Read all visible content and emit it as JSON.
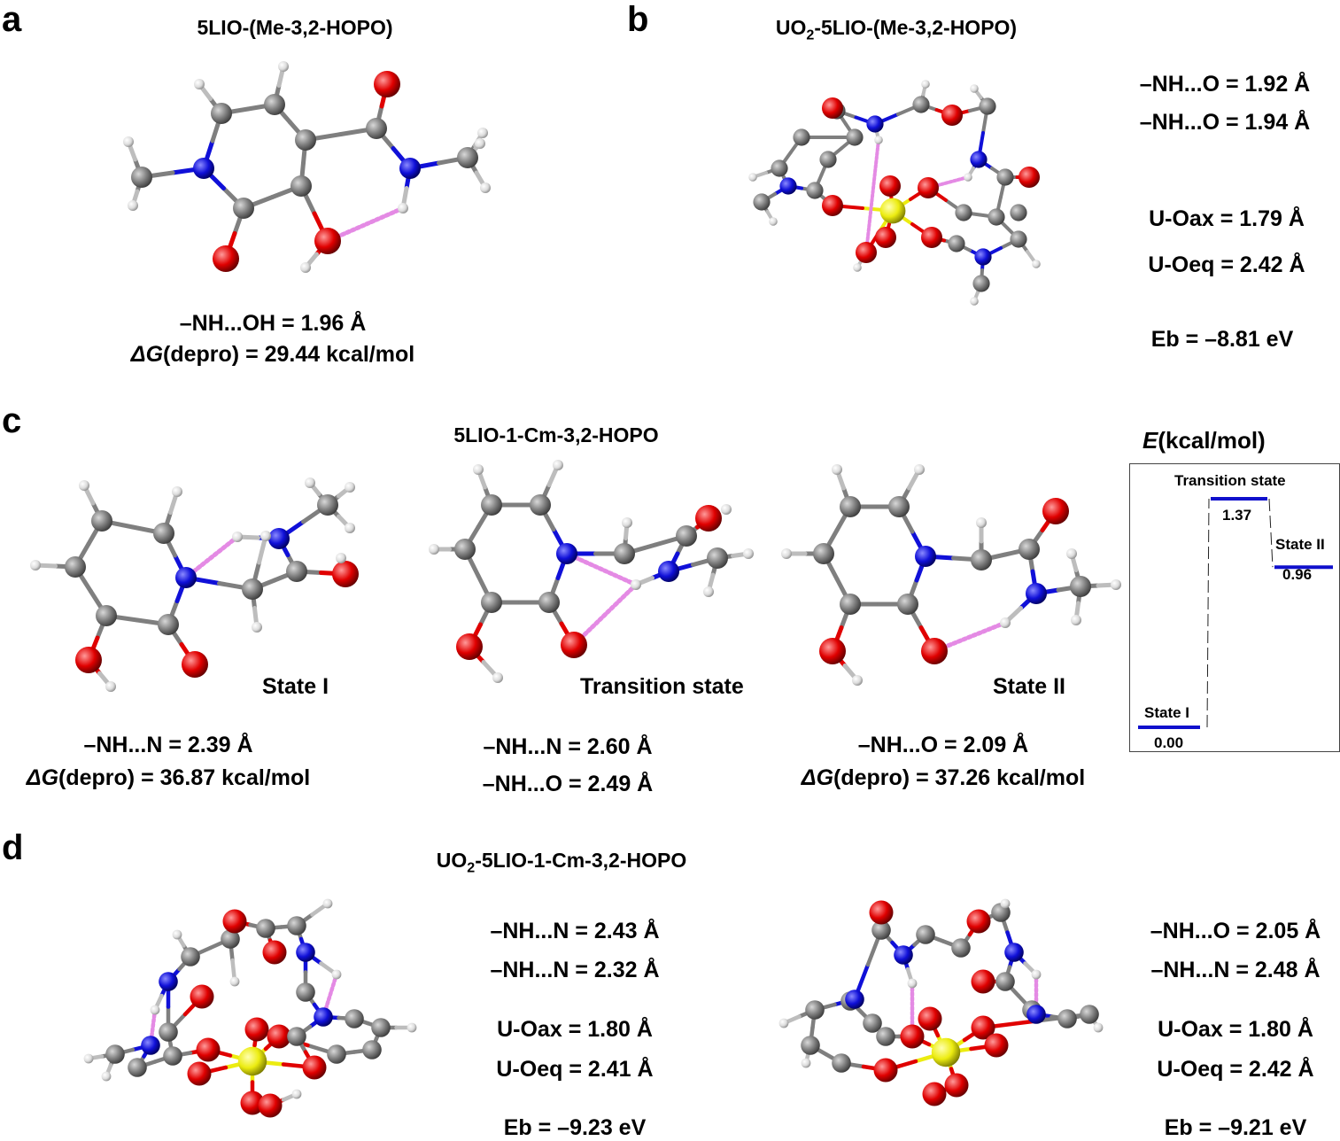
{
  "colors": {
    "carbon": "#7f7f7f",
    "nitrogen": "#1010d8",
    "oxygen": "#e00000",
    "hydrogen": "#e6e6e6",
    "uranium": "#ecec10",
    "hbond": "#e48ae4",
    "energy_level": "#1010cc"
  },
  "panel_a": {
    "letter": "a",
    "title": "5LIO-(Me-3,2-HOPO)",
    "line1": "–NH...OH = 1.96 Å",
    "dg_symbol": "ΔG",
    "dg_text": "(depro) = 29.44  kcal/mol"
  },
  "panel_b": {
    "letter": "b",
    "title_pre": "UO",
    "title_sub": "2",
    "title_post": "-5LIO-(Me-3,2-HOPO)",
    "nh1": "–NH...O = 1.92 Å",
    "nh2": "–NH...O = 1.94 Å",
    "uoax": "U-Oax = 1.79 Å",
    "uoeq": "U-Oeq = 2.42 Å",
    "eb": "Eb = –8.81 eV"
  },
  "panel_c": {
    "letter": "c",
    "title": "5LIO-1-Cm-3,2-HOPO",
    "state1": {
      "label": "State I",
      "line1": "–NH...N = 2.39 Å",
      "dg_symbol": "ΔG",
      "dg_text": "(depro) = 36.87 kcal/mol"
    },
    "ts": {
      "label": "Transition state",
      "line1": "–NH...N = 2.60 Å",
      "line2": "–NH...O = 2.49 Å"
    },
    "state2": {
      "label": "State II",
      "line1": "–NH...O = 2.09 Å",
      "dg_symbol": "ΔG",
      "dg_text": "(depro) = 37.26 kcal/mol"
    },
    "energy": {
      "title_symbol": "E",
      "title_unit": "(kcal/mol)",
      "levels": [
        {
          "name": "State I",
          "value": "0.00",
          "energy": 0.0
        },
        {
          "name": "Transition state",
          "value": "1.37",
          "energy": 1.37
        },
        {
          "name": "State II",
          "value": "0.96",
          "energy": 0.96
        }
      ]
    }
  },
  "panel_d": {
    "letter": "d",
    "title_pre": "UO",
    "title_sub": "2",
    "title_post": "-5LIO-1-Cm-3,2-HOPO",
    "left": {
      "nh1": "–NH...N = 2.43 Å",
      "nh2": "–NH...N = 2.32 Å",
      "uoax": "U-Oax = 1.80 Å",
      "uoeq": "U-Oeq = 2.41 Å",
      "eb": "Eb = –9.23 eV"
    },
    "right": {
      "nh1": "–NH...O = 2.05 Å",
      "nh2": "–NH...N = 2.48 Å",
      "uoax": "U-Oax = 1.80 Å",
      "uoeq": "U-Oeq = 2.42 Å",
      "eb": "Eb = –9.21 eV"
    }
  }
}
